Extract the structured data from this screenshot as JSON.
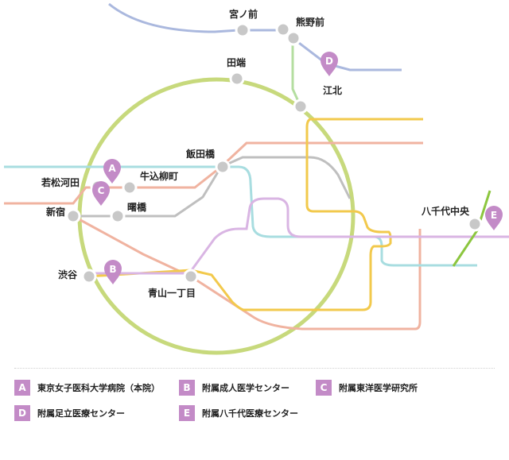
{
  "stations": {
    "miyanomae": "宮ノ前",
    "kumanomae": "熊野前",
    "tabata": "田端",
    "kohoku": "江北",
    "iidabashi": "飯田橋",
    "wakamatsukawada": "若松河田",
    "ushigomeyanagicho": "牛込柳町",
    "shinjuku": "新宿",
    "akebonobashi": "曙橋",
    "shibuya": "渋谷",
    "aoyamaitchome": "青山一丁目",
    "yachiyochuo": "八千代中央"
  },
  "pins": [
    {
      "letter": "A"
    },
    {
      "letter": "B"
    },
    {
      "letter": "C"
    },
    {
      "letter": "D"
    },
    {
      "letter": "E"
    }
  ],
  "legend": [
    {
      "letter": "A",
      "name": "東京女子医科大学病院（本院）"
    },
    {
      "letter": "B",
      "name": "附属成人医学センター"
    },
    {
      "letter": "C",
      "name": "附属東洋医学研究所"
    },
    {
      "letter": "D",
      "name": "附属足立医療センター"
    },
    {
      "letter": "E",
      "name": "附属八千代医療センター"
    }
  ],
  "colors": {
    "marker": "#c38bc7",
    "yamanote": "#c7d97c",
    "toden": "#aab8de",
    "nippori_toneri": "#b4dea0",
    "oedo": "#f0b3a0",
    "shinjuku_line": "#bfbfbf",
    "yurakucho": "#f2c94c",
    "tozai": "#a8dde0",
    "hanzomon": "#d9b5e3",
    "toyo_rapid": "#8cc63f"
  }
}
